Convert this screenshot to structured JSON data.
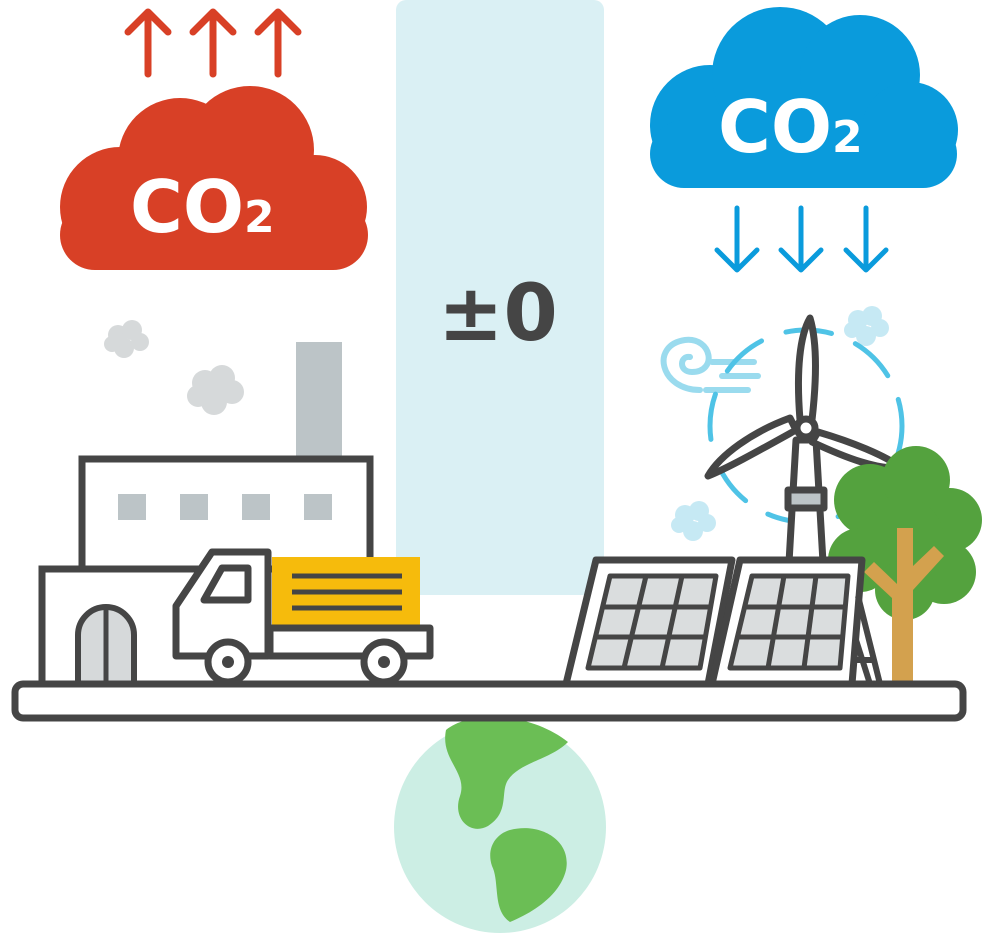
{
  "balance_label": "±0",
  "emission_cloud": {
    "label_main": "CO",
    "label_sub": "2",
    "direction": "up"
  },
  "absorption_cloud": {
    "label_main": "CO",
    "label_sub": "2",
    "direction": "down"
  },
  "colors": {
    "emission": "#D84026",
    "absorption": "#0A9BDC",
    "balance_panel": "#DAF0F4",
    "earth_ocean": "#CCEEE4",
    "earth_land": "#6BBE55",
    "outline": "#454545",
    "truck_cargo": "#F6BB0C",
    "tree_foliage": "#54A23E",
    "tree_trunk": "#D3A14E",
    "smoke": "#D6D9DA",
    "wind": "#4FC3E6"
  },
  "icons": [
    "factory-icon",
    "truck-icon",
    "solar-panel-icon",
    "wind-turbine-icon",
    "tree-icon",
    "earth-globe-icon",
    "arrow-up-icon",
    "arrow-down-icon",
    "wind-swirl-icon"
  ]
}
